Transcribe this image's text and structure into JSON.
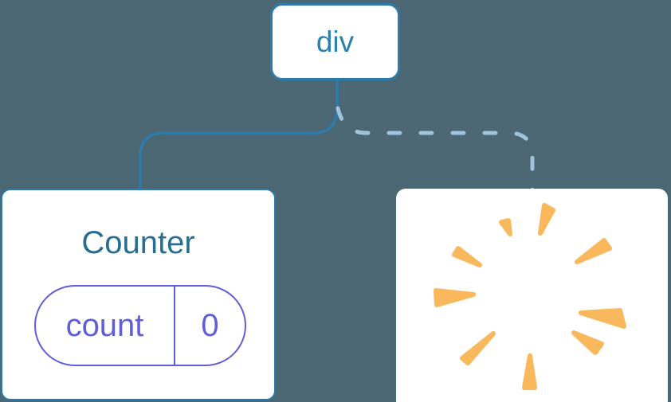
{
  "diagram": {
    "root": {
      "label": "div"
    },
    "counter": {
      "title": "Counter",
      "state": {
        "key": "count",
        "value": "0"
      }
    },
    "removed": {
      "icon": "poof-starburst"
    }
  },
  "colors": {
    "canvas_background": "#4b6773",
    "node_background": "#ffffff",
    "node_border": "#2b7cad",
    "root_label_text": "#2d7fb0",
    "component_title_text": "#276f92",
    "state_pill": "#605ed8",
    "solid_link": "#2b7cad",
    "dashed_link": "#9fc3da",
    "poof": "#f9b85c"
  }
}
